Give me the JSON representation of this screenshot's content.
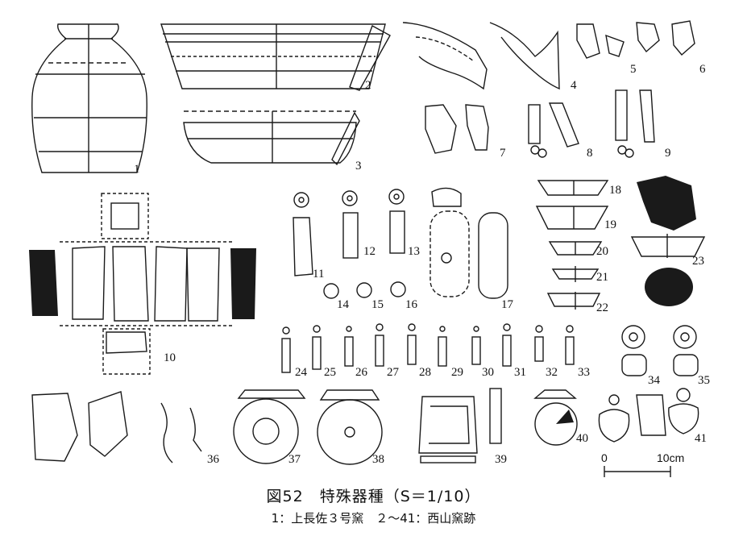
{
  "figure": {
    "caption_title": "図52　特殊器種（S＝1/10）",
    "caption_subtitle": "1：上長佐３号窯　２～41：西山窯跡",
    "scale_bar": {
      "start_label": "0",
      "end_label": "10cm"
    },
    "item_numbers": [
      "1",
      "2",
      "3",
      "4",
      "5",
      "6",
      "7",
      "8",
      "9",
      "10",
      "11",
      "12",
      "13",
      "14",
      "15",
      "16",
      "17",
      "18",
      "19",
      "20",
      "21",
      "22",
      "23",
      "24",
      "25",
      "26",
      "27",
      "28",
      "29",
      "30",
      "31",
      "32",
      "33",
      "34",
      "35",
      "36",
      "37",
      "38",
      "39",
      "40",
      "41"
    ]
  }
}
